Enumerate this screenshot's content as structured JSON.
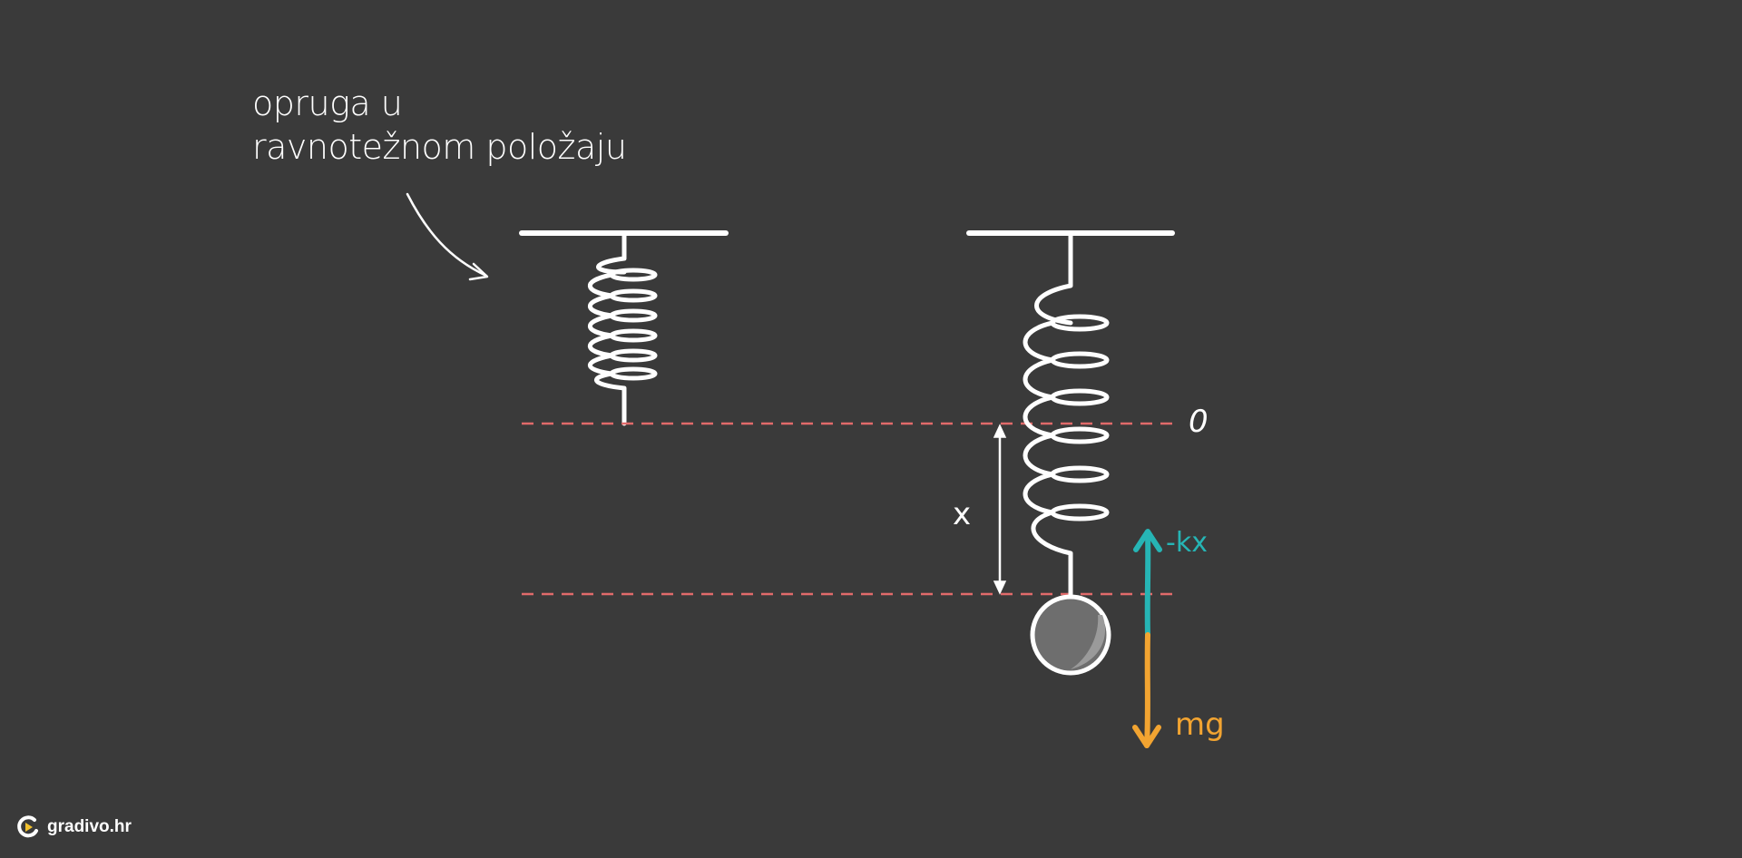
{
  "annotation": {
    "line1": "opruga u",
    "line2": "ravnotežnom položaju"
  },
  "labels": {
    "zero": "0",
    "displacement": "x",
    "spring_force": "-kx",
    "weight": "mg"
  },
  "brand": {
    "name": "gradivo.hr"
  },
  "colors": {
    "background": "#3a3a3a",
    "stroke": "#ffffff",
    "dashed_line": "#e06a6a",
    "spring_force": "#26b5b5",
    "weight": "#f2a431",
    "mass_fill": "#6e6e6e",
    "logo_accent": "#f2c12e"
  }
}
